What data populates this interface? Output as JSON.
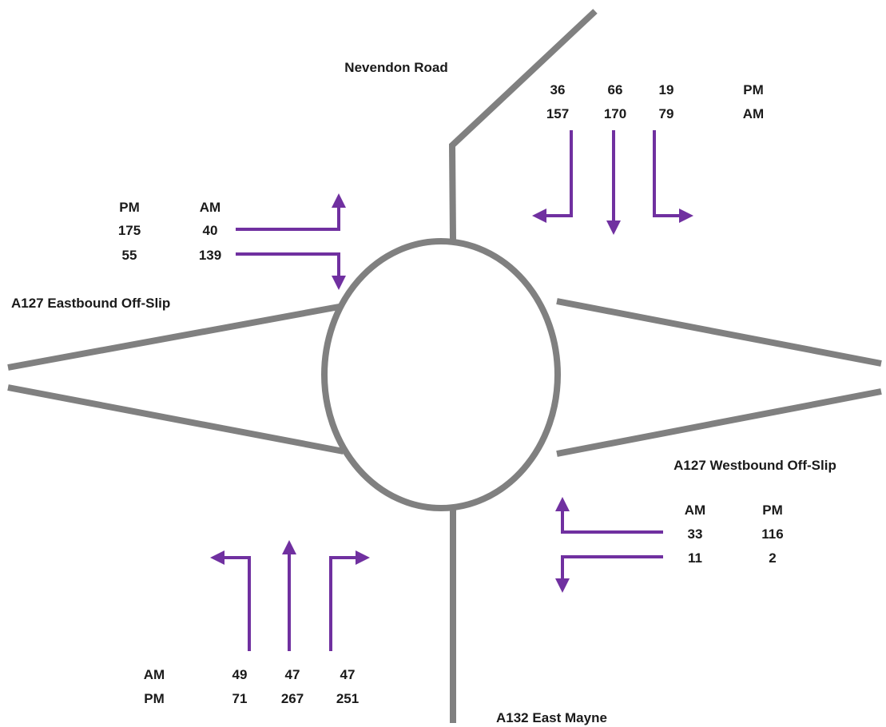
{
  "roads": {
    "north": "Nevendon Road",
    "west": "A127 Eastbound Off-Slip",
    "east": "A127 Westbound Off-Slip",
    "south": "A132 East Mayne"
  },
  "flows": {
    "north": {
      "pm_label": "PM",
      "am_label": "AM",
      "pm": [
        "36",
        "66",
        "19"
      ],
      "am": [
        "157",
        "170",
        "79"
      ]
    },
    "west": {
      "pm_label": "PM",
      "am_label": "AM",
      "pm": [
        "175",
        "55"
      ],
      "am": [
        "40",
        "139"
      ]
    },
    "east": {
      "am_label": "AM",
      "pm_label": "PM",
      "am": [
        "33",
        "11"
      ],
      "pm": [
        "116",
        "2"
      ]
    },
    "south": {
      "am_label": "AM",
      "pm_label": "PM",
      "am": [
        "49",
        "47",
        "47"
      ],
      "pm": [
        "71",
        "267",
        "251"
      ]
    }
  },
  "colors": {
    "road": "#808080",
    "arrow": "#7030a0",
    "text": "#1a1a1a"
  }
}
